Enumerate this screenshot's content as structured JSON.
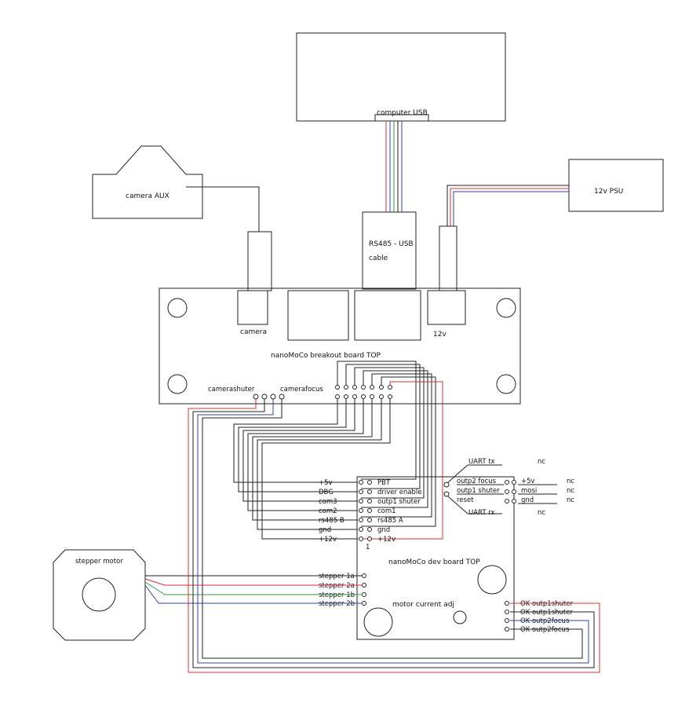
{
  "computer": {
    "label": "computer USB"
  },
  "camera": {
    "label": "camera AUX"
  },
  "psu": {
    "label": "12v PSU"
  },
  "rs485_cable": {
    "line1": "RS485 - USB",
    "line2": "cable"
  },
  "breakout": {
    "title": "nanoMoCo breakout board TOP",
    "camera_port": "camera",
    "power_port": "12v",
    "camera_shutter": "camerashuter",
    "camera_focus": "camerafocus"
  },
  "devboard": {
    "title": "nanoMoCo dev board TOP",
    "left_pins": [
      "+5v",
      "DBG",
      "com3",
      "com2",
      "rs485 B",
      "gnd",
      "+12v"
    ],
    "right_pins": [
      "PBT",
      "driver enable",
      "outp1 shuter",
      "com1",
      "rs485 A",
      "gnd",
      "+12v"
    ],
    "pin_one": "1",
    "motor_pins": [
      "stepper 1a",
      "stepper 2a",
      "stepper 1b",
      "stepper 2b"
    ],
    "motor_current": "motor current adj",
    "ok_pins": [
      "OK outp1shuter",
      "OK outp1shuter",
      "OK outp2focus",
      "OK outp2focus"
    ]
  },
  "aux_header": {
    "uart_tx": "UART tx",
    "uart_rx": "UART rx",
    "left_pins": [
      "outp2 focus",
      "outp1 shuter",
      "reset"
    ],
    "right_pins": [
      "+5v",
      "mosi",
      "gnd"
    ],
    "nc": "nc"
  },
  "stepper": {
    "label": "stepper motor"
  },
  "colors": {
    "red": "#d9302f",
    "blue": "#3040b0",
    "green": "#2f9a3a",
    "black": "#222222"
  }
}
